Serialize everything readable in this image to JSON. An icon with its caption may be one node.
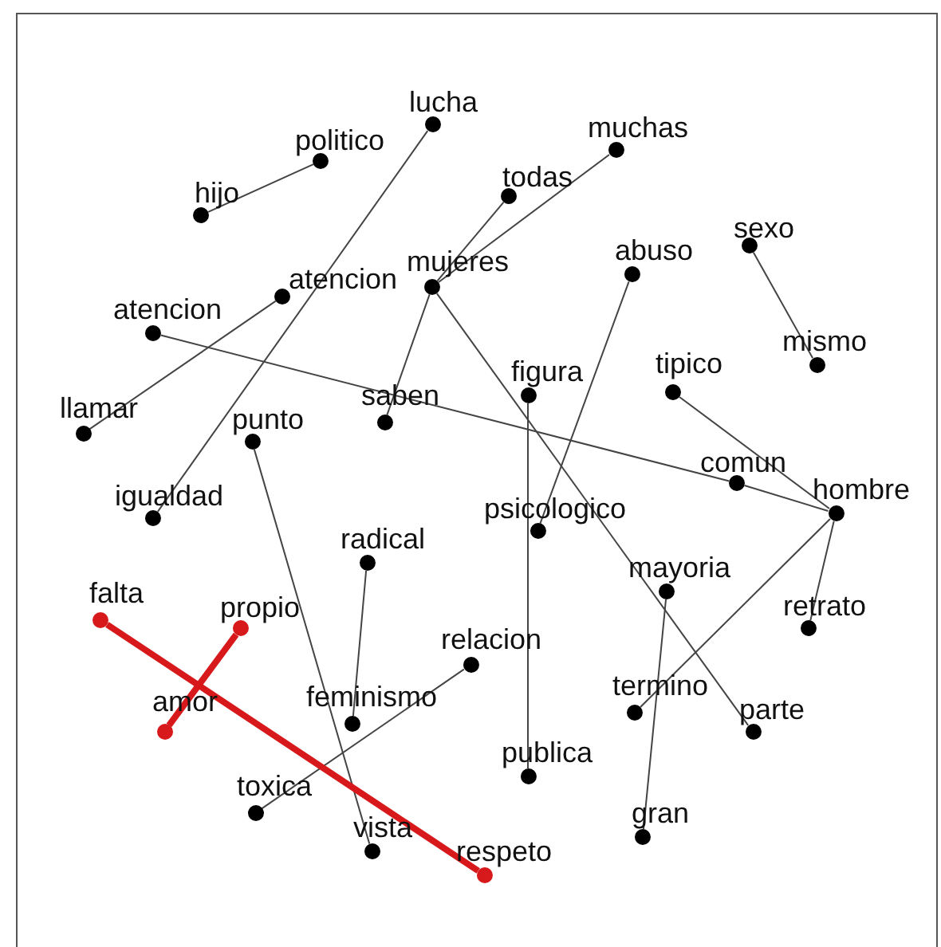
{
  "diagram": {
    "nodes": [
      {
        "text": [
          "lucha"
        ]
      },
      {
        "text": [
          "politico"
        ]
      },
      {
        "text": [
          "hijo"
        ]
      },
      {
        "text": [
          "muchas"
        ]
      },
      {
        "text": [
          "todas"
        ]
      },
      {
        "text": [
          "mujeres"
        ]
      },
      {
        "text": [
          "abuso"
        ]
      },
      {
        "text": [
          "sexo"
        ]
      },
      {
        "text": [
          "atencion"
        ]
      },
      {
        "text": [
          "atencion"
        ]
      },
      {
        "text": [
          "mismo"
        ]
      },
      {
        "text": [
          "figura"
        ]
      },
      {
        "text": [
          "tipico"
        ]
      },
      {
        "text": [
          "saben"
        ]
      },
      {
        "text": [
          "llamar"
        ]
      },
      {
        "text": [
          "punto"
        ]
      },
      {
        "text": [
          "comun"
        ]
      },
      {
        "text": [
          "hombre"
        ]
      },
      {
        "text": [
          "igualdad"
        ]
      },
      {
        "text": [
          "psicologico"
        ]
      },
      {
        "text": [
          "radical"
        ]
      },
      {
        "text": [
          "mayoria"
        ]
      },
      {
        "text": [
          "falta"
        ]
      },
      {
        "text": [
          "propio"
        ]
      },
      {
        "text": [
          "retrato"
        ]
      },
      {
        "text": [
          "relacion"
        ]
      },
      {
        "text": [
          "amor"
        ]
      },
      {
        "text": [
          "feminismo"
        ]
      },
      {
        "text": [
          "termino"
        ]
      },
      {
        "text": [
          "parte"
        ]
      },
      {
        "text": [
          "publica"
        ]
      },
      {
        "text": [
          "toxica"
        ]
      },
      {
        "text": [
          "gran"
        ]
      },
      {
        "text": [
          "vista"
        ]
      },
      {
        "text": [
          "respeto"
        ]
      }
    ],
    "edges": [
      {
        "from": 1,
        "to": 2,
        "arrow": "none"
      },
      {
        "from": 0,
        "to": 18,
        "arrow": "none"
      },
      {
        "from": 3,
        "to": 5,
        "arrow": "none"
      },
      {
        "from": 4,
        "to": 5,
        "arrow": "none"
      },
      {
        "from": 5,
        "to": 13,
        "arrow": "none"
      },
      {
        "from": 5,
        "to": 29,
        "arrow": "none"
      },
      {
        "from": 6,
        "to": 19,
        "arrow": "none"
      },
      {
        "from": 7,
        "to": 10,
        "arrow": "none"
      },
      {
        "from": 8,
        "to": 14,
        "arrow": "none"
      },
      {
        "from": 9,
        "to": 16,
        "arrow": "none"
      },
      {
        "from": 16,
        "to": 17,
        "arrow": "none"
      },
      {
        "from": 12,
        "to": 17,
        "arrow": "none"
      },
      {
        "from": 11,
        "to": 30,
        "arrow": "none"
      },
      {
        "from": 15,
        "to": 33,
        "arrow": "none"
      },
      {
        "from": 20,
        "to": 27,
        "arrow": "none"
      },
      {
        "from": 25,
        "to": 31,
        "arrow": "none"
      },
      {
        "from": 21,
        "to": 32,
        "arrow": "none"
      },
      {
        "from": 17,
        "to": 28,
        "arrow": "none"
      },
      {
        "from": 17,
        "to": 24,
        "arrow": "none"
      },
      {
        "from": 22,
        "to": 34,
        "arrow": "none",
        "style": "thick",
        "color": "#d7191c"
      },
      {
        "from": 23,
        "to": 26,
        "arrow": "none",
        "style": "thick",
        "color": "#d7191c"
      }
    ]
  }
}
